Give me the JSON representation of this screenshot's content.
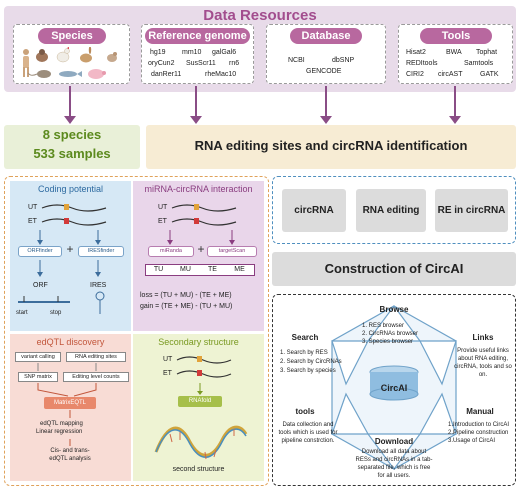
{
  "banner": {
    "title": "Data Resources"
  },
  "species": {
    "title": "Species"
  },
  "reference": {
    "title": "Reference genome",
    "genomes": [
      "hg19",
      "mm10",
      "galGal6",
      "oryCun2",
      "SusScr11",
      "rn6",
      "danRer11",
      "rheMac10"
    ]
  },
  "database": {
    "title": "Database",
    "items": [
      "NCBI",
      "dbSNP",
      "GENCODE"
    ]
  },
  "tools": {
    "title": "Tools",
    "items": [
      "Hisat2",
      "BWA",
      "Tophat",
      "REDItools",
      "Samtools",
      "CIRI2",
      "circAST",
      "GATK"
    ]
  },
  "summary": {
    "species_count": "8 species",
    "samples_count": "533 samples"
  },
  "identification": {
    "title": "RNA editing sites and circRNA identification"
  },
  "coding": {
    "title": "Coding potential",
    "ut": "UT",
    "et": "ET",
    "orffinder": "ORFfinder",
    "iresfinder": "IRESfinder",
    "orf": "ORF",
    "ires": "IRES",
    "start": "start",
    "stop": "stop"
  },
  "mirna": {
    "title": "miRNA-circRNA interaction",
    "ut": "UT",
    "et": "ET",
    "miranda": "miRanda",
    "targetscan": "targetScan",
    "cols": [
      "TU",
      "MU",
      "TE",
      "ME"
    ],
    "loss": "loss = (TU + MU) - (TE + ME)",
    "gain": "gain = (TE + ME) - (TU + MU)"
  },
  "eqtl": {
    "title": "edQTL discovery",
    "variant_calling": "variant calling",
    "rna_sites": "RNA editing sites",
    "snp_matrix": "SNP matrix",
    "editing_counts": "Editing level counts",
    "matrixeqtl": "MatrixEQTL",
    "mapping": "edQTL mapping",
    "linear": "Linear regression",
    "analysis": [
      "Cis- and trans-",
      "edQTL analysis"
    ]
  },
  "secondary": {
    "title": "Secondary structure",
    "ut": "UT",
    "et": "ET",
    "rnafold": "RNAfold",
    "label": "second structure"
  },
  "categories": [
    "circRNA",
    "RNA editing",
    "RE in circRNA"
  ],
  "construction": {
    "title": "Construction of CircAI"
  },
  "site": {
    "center": "CircAI",
    "browse": {
      "title": "Browse",
      "items": [
        "1. RES browser",
        "2. CircRNAs browser",
        "3. Species browser"
      ]
    },
    "search": {
      "title": "Search",
      "items": [
        "1. Search by RES",
        "2. Search by CircRNAs",
        "3. Search by species"
      ]
    },
    "links": {
      "title": "Links",
      "text": "Provide useful links about RNA editing, circRNA, tools and so on."
    },
    "tools": {
      "title": "tools",
      "text": "Data collection and tools which is used for pipeline constrction."
    },
    "manual": {
      "title": "Manual",
      "items": [
        "1.Introduction to CircAI",
        "2.Pipeline construction",
        "3.Usage of CircAI"
      ]
    },
    "download": {
      "title": "Download",
      "text": "Download all data about RESs and circRNAs in a tab-separated file, which is free for all users."
    }
  }
}
